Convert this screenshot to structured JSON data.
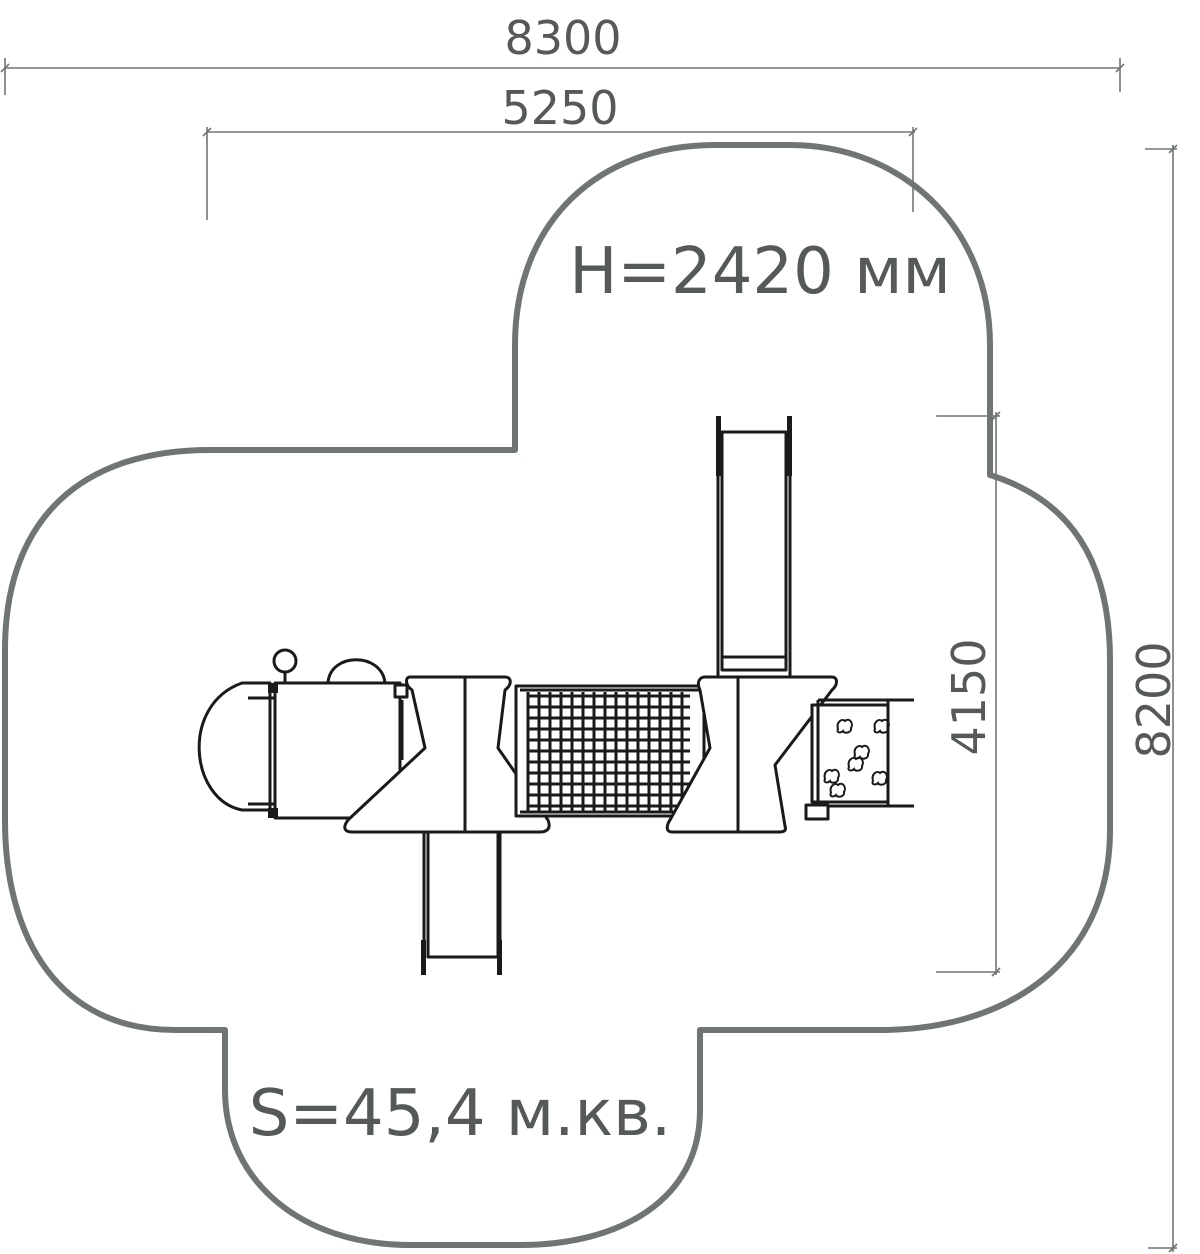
{
  "dimensions": {
    "total_width": "8300",
    "platform_width": "5250",
    "equipment_length": "4150",
    "total_length": "8200"
  },
  "labels": {
    "height": "H=2420 мм",
    "area": "S=45,4 м.кв."
  },
  "colors": {
    "zone_outline": "#6f7671",
    "dimension_text": "#55595a",
    "equipment_stroke": "#1a1a1a"
  }
}
